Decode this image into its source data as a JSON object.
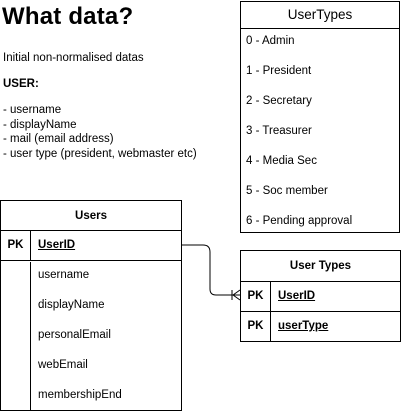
{
  "notes": {
    "title": "What data?",
    "subtitle": "Initial non-normalised datas",
    "user_label": "USER:",
    "bullets": [
      "- username",
      "- displayName",
      "- mail (email address)",
      "- user type (president, webmaster etc)"
    ]
  },
  "user_types_list": {
    "title": "UserTypes",
    "items": [
      "0 - Admin",
      "1 - President",
      "2 - Secretary",
      "3 - Treasurer",
      "4 - Media Sec",
      "5 - Soc member",
      "6 - Pending approval"
    ]
  },
  "users_table": {
    "title": "Users",
    "pk_label": "PK",
    "key_field": "UserID",
    "fields": [
      "username",
      "displayName",
      "personalEmail",
      "webEmail",
      "membershipEnd"
    ]
  },
  "user_types_table": {
    "title": "User Types",
    "rows": [
      {
        "pk": "PK",
        "name": "UserID"
      },
      {
        "pk": "PK",
        "name": "userType"
      }
    ]
  }
}
